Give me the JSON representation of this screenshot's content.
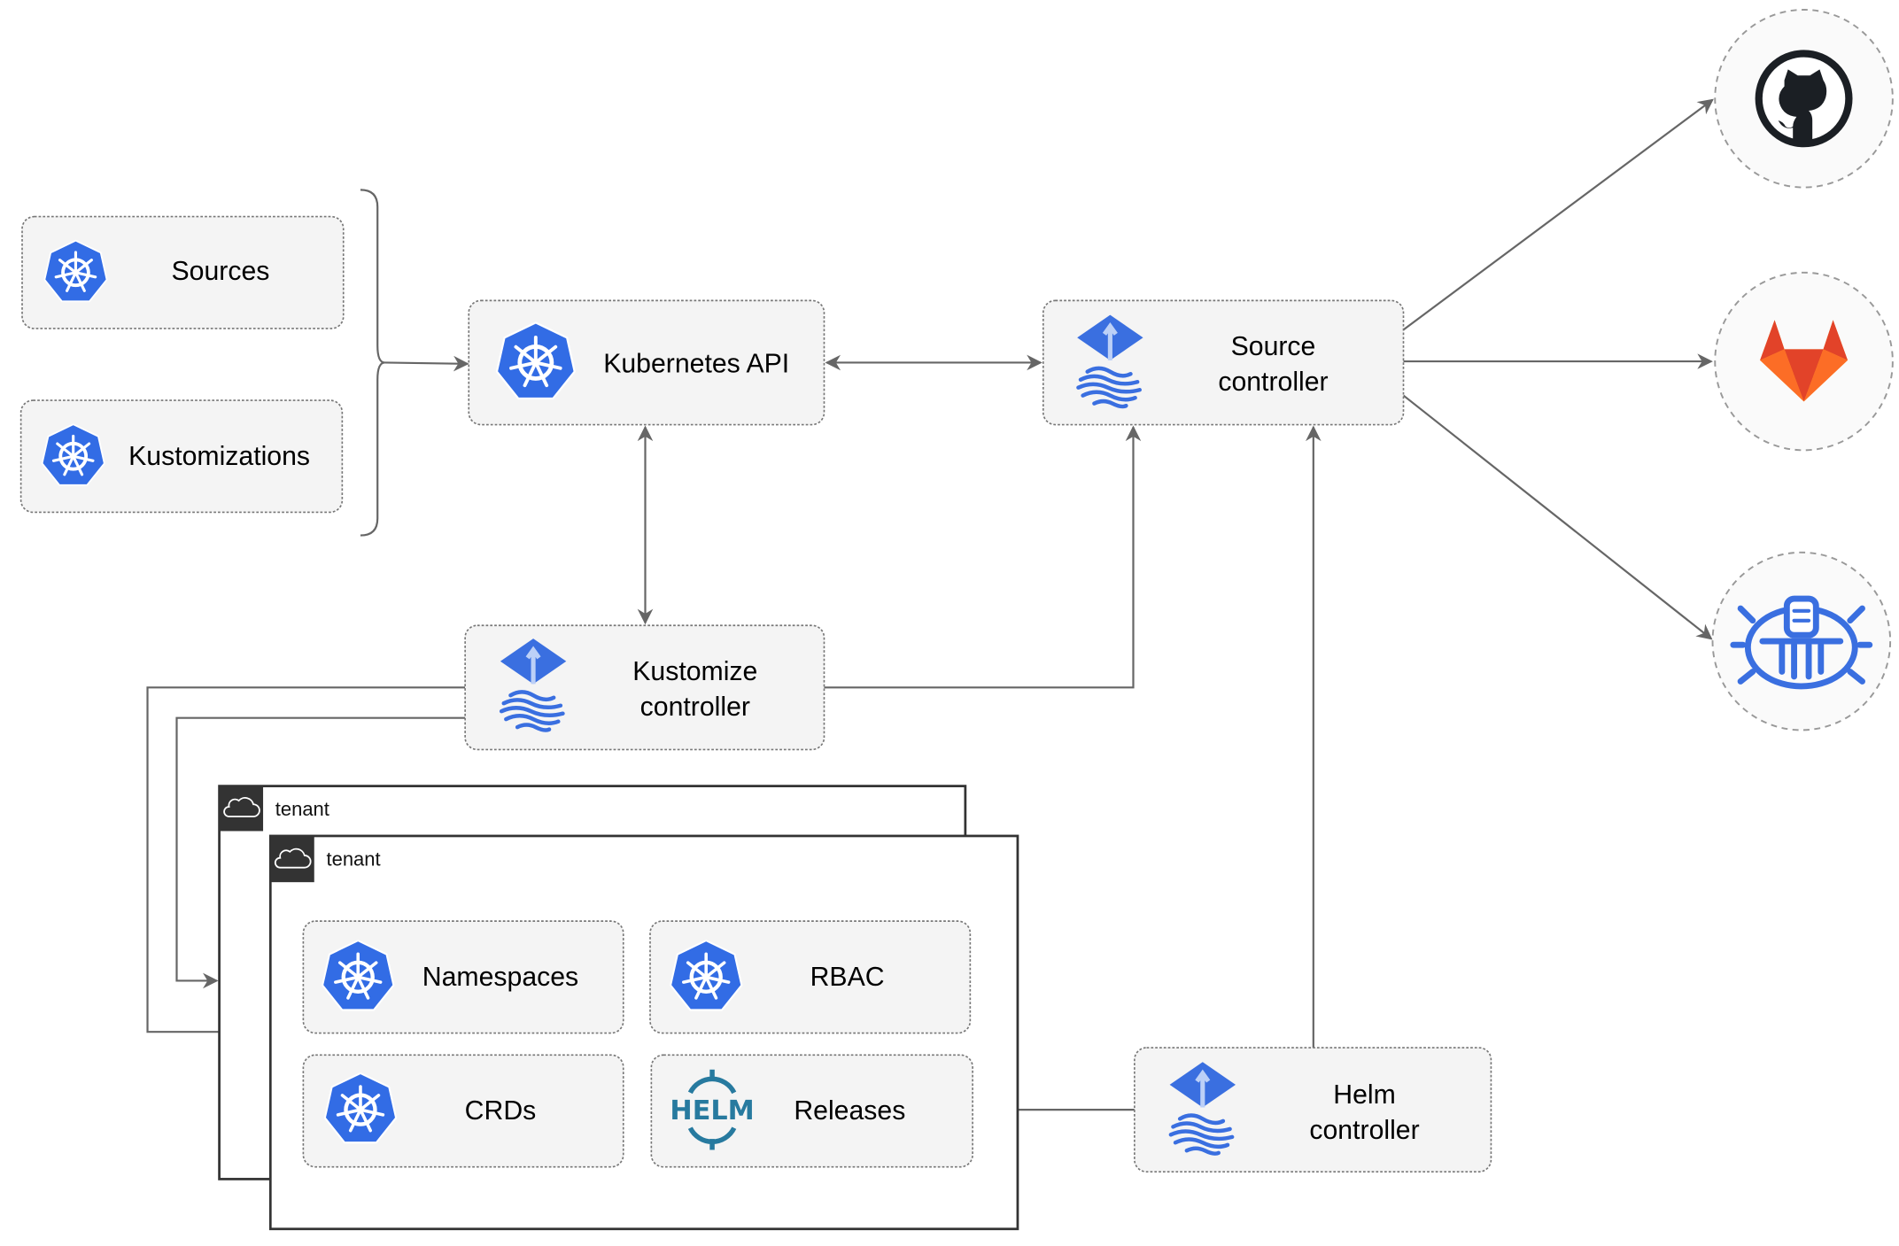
{
  "nodes": {
    "sources": "Sources",
    "kustomizations": "Kustomizations",
    "kubernetes_api": "Kubernetes API",
    "source_controller": [
      "Source",
      "controller"
    ],
    "kustomize_controller": [
      "Kustomize",
      "controller"
    ],
    "helm_controller": [
      "Helm",
      "controller"
    ],
    "namespaces": "Namespaces",
    "rbac": "RBAC",
    "crds": "CRDs",
    "releases": "Releases"
  },
  "tenants": [
    "tenant",
    "tenant"
  ],
  "logos": {
    "helm_text": "HELM",
    "external": [
      "github-icon",
      "gitlab-icon",
      "bucket-icon"
    ]
  },
  "colors": {
    "kubernetes_blue": "#326ce5",
    "flux_blue": "#3a6fe0",
    "helm_teal": "#277a9f",
    "gitlab_orange": "#e24329",
    "edge_gray": "#666666",
    "box_fill": "#f4f4f4"
  }
}
